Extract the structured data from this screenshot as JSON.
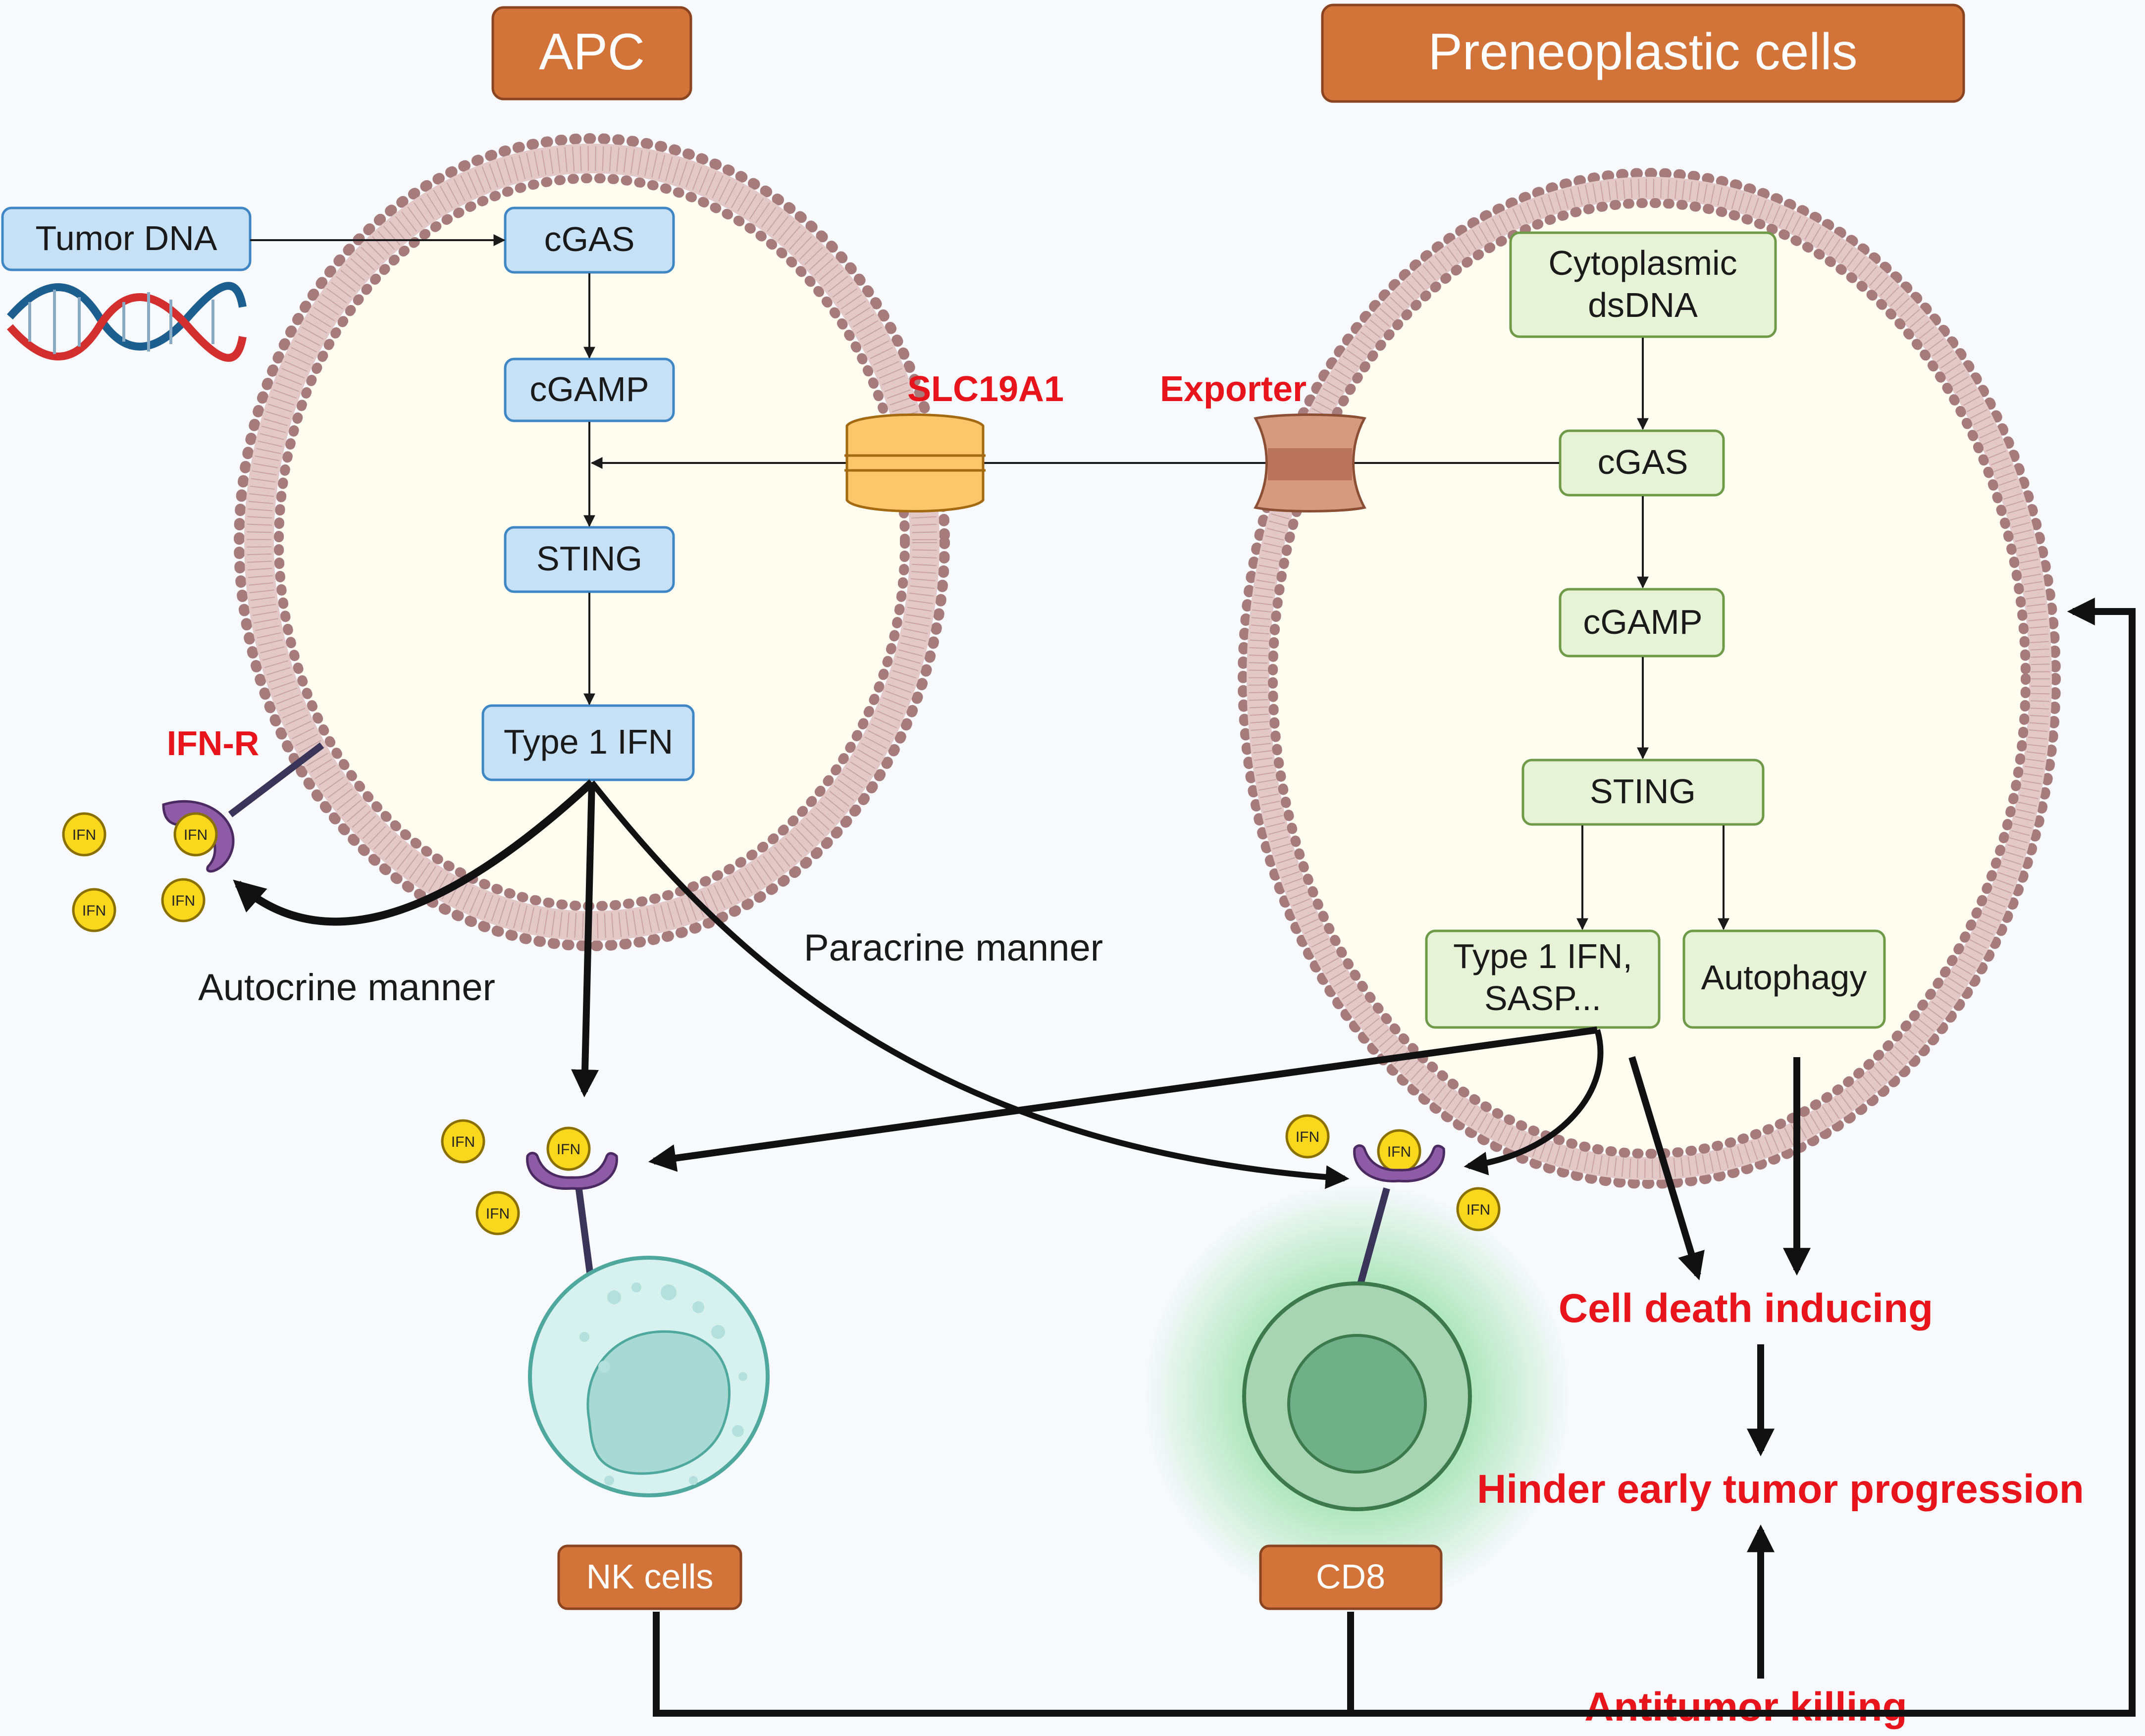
{
  "titles": {
    "apc": "APC",
    "preneoplastic": "Preneoplastic cells"
  },
  "apc_cell": {
    "tumor_dna": "Tumor DNA",
    "cgas": "cGAS",
    "cgamp": "cGAMP",
    "sting": "STING",
    "type1_ifn": "Type 1 IFN"
  },
  "preneo_cell": {
    "cytoplasmic_dsdna_line1": "Cytoplasmic",
    "cytoplasmic_dsdna_line2": "dsDNA",
    "cgas": "cGAS",
    "cgamp": "cGAMP",
    "sting": "STING",
    "type1_ifn_sasp_line1": "Type 1 IFN,",
    "type1_ifn_sasp_line2": "SASP...",
    "autophagy": "Autophagy"
  },
  "transporters": {
    "slc19a1": "SLC19A1",
    "exporter": "Exporter"
  },
  "receptors": {
    "ifn_r": "IFN-R",
    "ifn_token": "IFN"
  },
  "manners": {
    "autocrine": "Autocrine manner",
    "paracrine": "Paracrine manner"
  },
  "immune_cells": {
    "nk": "NK cells",
    "cd8": "CD8"
  },
  "outcomes": {
    "cell_death": "Cell death inducing",
    "hinder": "Hinder early tumor progression",
    "antitumor": "Antitumor killing"
  },
  "colors": {
    "title_fill": "#d2733a",
    "apc_box_fill": "#c6e0f6",
    "apc_box_stroke": "#3f86c4",
    "preneo_box_fill": "#e6f3d6",
    "preneo_box_stroke": "#6f9b48",
    "membrane": "#b58c8c",
    "cytoplasm": "#fffdf0",
    "red_text": "#e8141b",
    "ifn_yellow": "#f9d71c",
    "receptor_purple": "#8e5ba6",
    "nk_fill": "#c9ece8",
    "cd8_fill": "#9ccba8"
  },
  "icons": {
    "dna": "dna-helix-icon",
    "slc19a1": "transmembrane-channel-icon",
    "exporter": "transmembrane-channel-icon",
    "receptor": "ifn-receptor-icon"
  }
}
